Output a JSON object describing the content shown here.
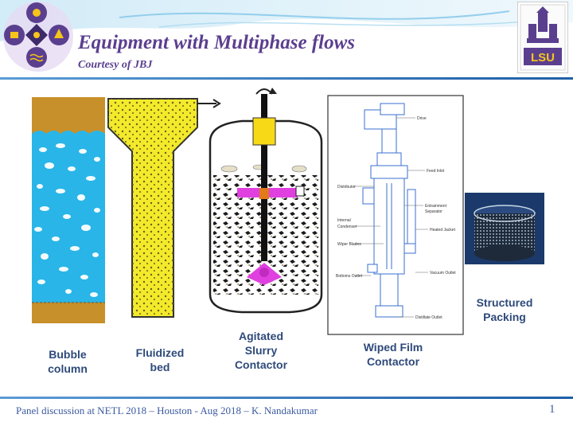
{
  "slide": {
    "title": "Equipment with Multiphase flows",
    "subtitle": "Courtesy of JBJ",
    "footer": "Panel discussion at NETL 2018 – Houston - Aug 2018 – K. Nandakumar",
    "page_number": "1"
  },
  "logos": {
    "left": "university-seal",
    "right": "LSU"
  },
  "equipment": [
    {
      "id": "bubble",
      "caption_lines": [
        "Bubble",
        "column"
      ]
    },
    {
      "id": "fluidized",
      "caption_lines": [
        "Fluidized",
        "bed"
      ]
    },
    {
      "id": "agitated",
      "caption_lines": [
        "Agitated",
        "Slurry",
        "Contactor"
      ]
    },
    {
      "id": "wiped",
      "caption_lines": [
        "Wiped Film",
        "Contactor"
      ]
    },
    {
      "id": "packing",
      "caption_lines": [
        "Structured",
        "Packing"
      ]
    }
  ],
  "wiped_film_labels": {
    "drive": "Drive",
    "feed_inlet": "Feed Inlet",
    "distributor": "Distributor",
    "entrainment": "Entrainment",
    "separator": "Separator",
    "internal": "Internal",
    "condenser": "Condenser",
    "heated_jacket": "Heated Jacket",
    "wiper_blades": "Wiper Blades",
    "vacuum_outlet": "Vacuum Outlet",
    "bottoms_outlet": "Bottoms Outlet",
    "distillate_outlet": "Distillate Outlet"
  },
  "colors": {
    "title": "#5b3f8f",
    "caption": "#2e4a7a",
    "bubble_liquid": "#29b5e8",
    "sand": "#c8902a",
    "fluidized_fill": "#f2ea2a",
    "magenta": "#e040e0",
    "accent_blue": "#1f5fa8"
  }
}
